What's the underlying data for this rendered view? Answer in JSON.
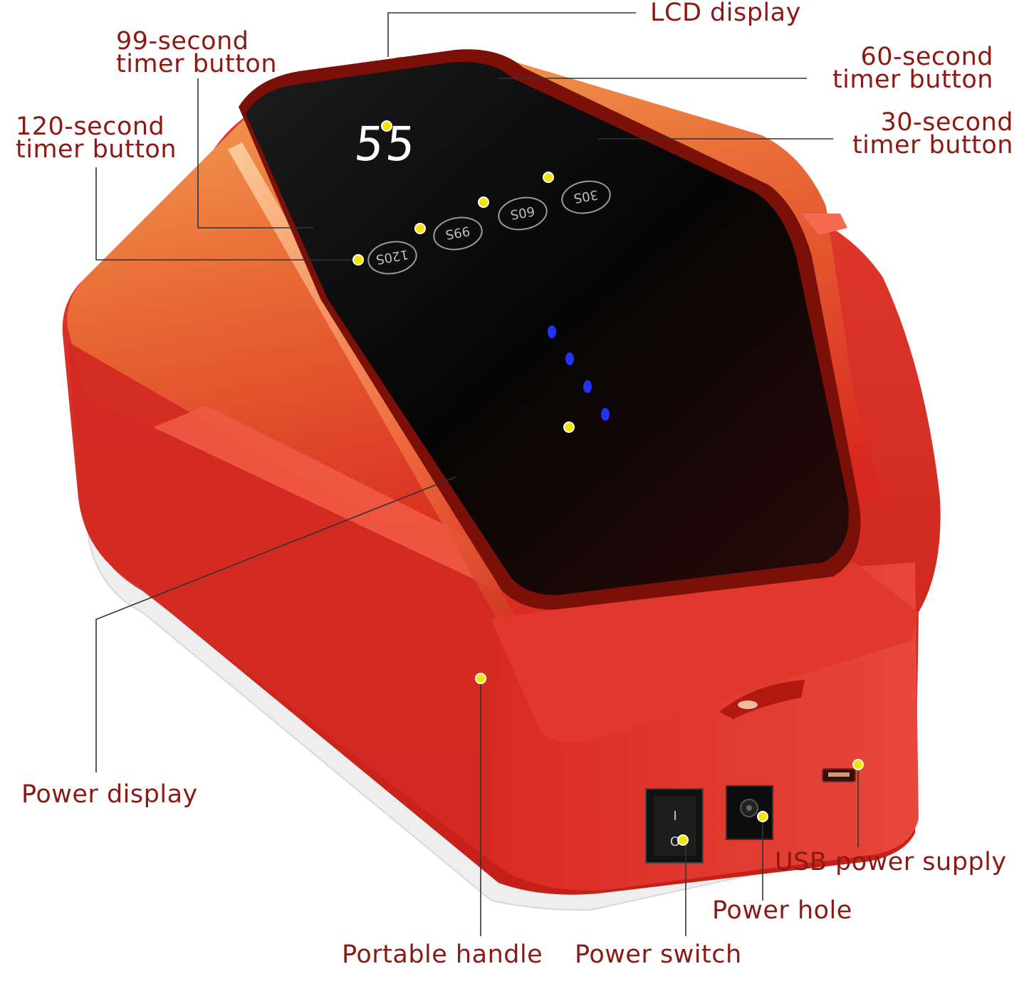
{
  "device": {
    "lcd_value": "55",
    "buttons": [
      "30S",
      "60S",
      "99S",
      "120S"
    ],
    "switch_on_symbol": "I",
    "switch_off_symbol": "O",
    "colors": {
      "body_red": "#e0332a",
      "body_orange": "#f0a050",
      "panel_black": "#0a0a0a",
      "indicator_blue": "#2233ff",
      "marker_yellow": "#f5e400",
      "label_text": "#8b1a14",
      "leader_line": "#333333"
    }
  },
  "labels": {
    "lcd_display": "LCD display",
    "timer_99": [
      "99-second",
      "timer button"
    ],
    "timer_60": [
      "60-second",
      "timer button"
    ],
    "timer_120": [
      "120-second",
      "timer button"
    ],
    "timer_30": [
      "30-second",
      "timer button"
    ],
    "power_display": "Power display",
    "usb_power_supply": "USB power supply",
    "power_hole": "Power hole",
    "portable_handle": "Portable handle",
    "power_switch": "Power switch"
  }
}
